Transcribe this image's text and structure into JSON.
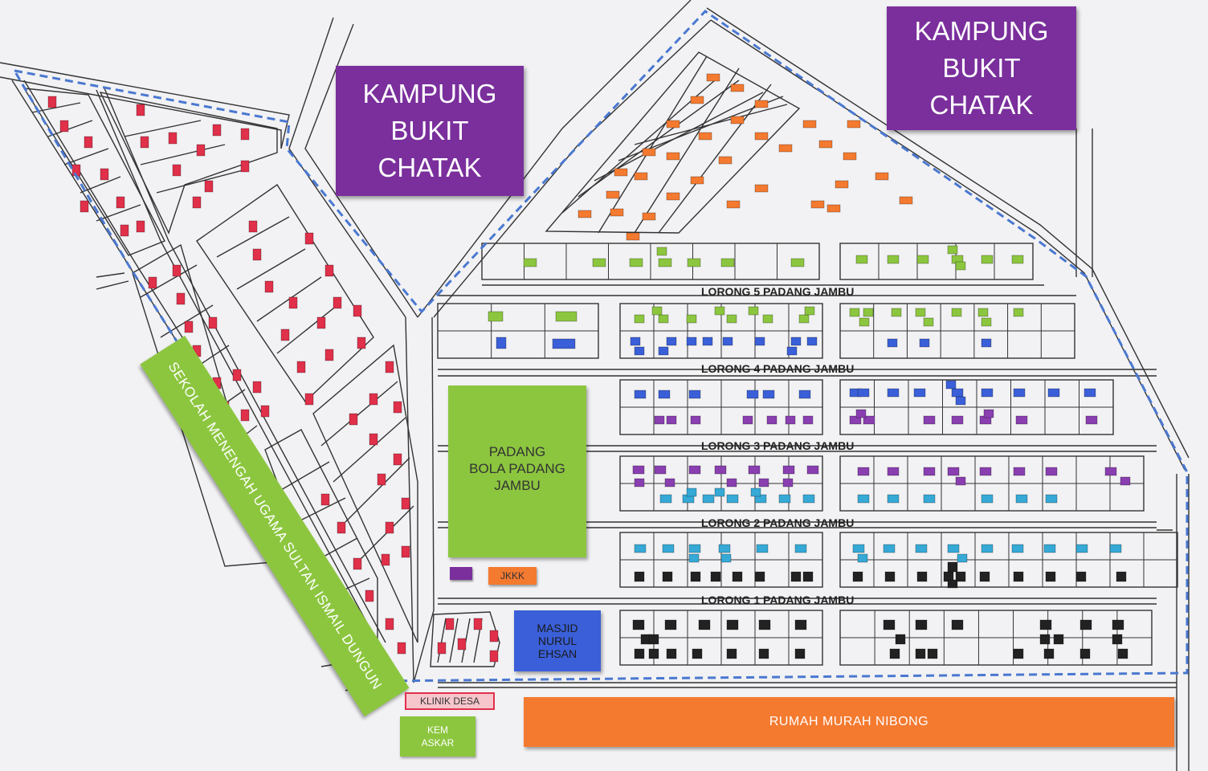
{
  "labels": {
    "kampung_left": [
      "KAMPUNG",
      "BUKIT",
      "CHATAK"
    ],
    "kampung_right": [
      "KAMPUNG",
      "BUKIT",
      "CHATAK"
    ],
    "school": "SEKOLAH MENENGAH UGAMA SULTAN ISMAIL DUNGUN",
    "padang": [
      "PADANG",
      "BOLA PADANG",
      "JAMBU"
    ],
    "jkkk": "JKKK",
    "masjid": [
      "MASJID",
      "NURUL",
      "EHSAN"
    ],
    "klinik": "KLINIK DESA",
    "kem": [
      "KEM",
      "ASKAR"
    ],
    "rumah_murah": "RUMAH MURAH NIBONG",
    "lorong5": "LORONG 5 PADANG JAMBU",
    "lorong4": "LORONG 4 PADANG JAMBU",
    "lorong3": "LORONG 3 PADANG JAMBU",
    "lorong2": "LORONG 2 PADANG JAMBU",
    "lorong1": "LORONG 1 PADANG JAMBU"
  },
  "colors": {
    "purple": "#7a2f9c",
    "green": "#8cc63f",
    "orange": "#f47a30",
    "red": "#e0304a",
    "blue": "#3a5fd8",
    "cyan": "#36a9d6",
    "black": "#222222",
    "pink": "#f7c5cc",
    "boundary": "#4a78d0"
  }
}
